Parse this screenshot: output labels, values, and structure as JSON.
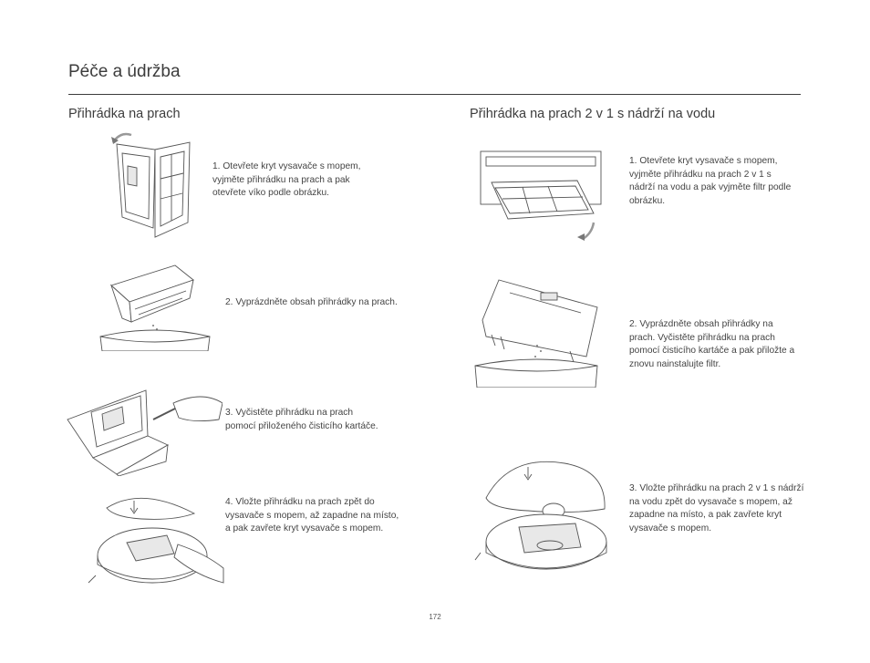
{
  "page": {
    "title": "Péče a údržba",
    "number": "172"
  },
  "left": {
    "heading": "Přihrádka na prach",
    "steps": [
      "1. Otevřete kryt vysavače s mopem, vyjměte přihrádku na prach a pak otevřete víko podle obrázku.",
      "2. Vyprázdněte obsah přihrádky na prach.",
      "3. Vyčistěte přihrádku na prach pomocí přiloženého čisticího kartáče.",
      "4. Vložte přihrádku na prach zpět do vysavače s mopem, až zapadne na místo, a pak zavřete kryt vysavače s mopem."
    ]
  },
  "right": {
    "heading": "Přihrádka na prach 2 v 1 s nádrží na vodu",
    "steps": [
      "1. Otevřete kryt vysavače s mopem, vyjměte přihrádku na prach 2 v 1 s nádrží na vodu a pak vyjměte filtr podle obrázku.",
      "2. Vyprázdněte obsah přihrádky na prach. Vyčistěte přihrádku na prach pomocí čisticího kartáče a pak přiložte a znovu nainstalujte filtr.",
      "3. Vložte přihrádku na prach 2 v 1 s nádrží na vodu zpět do vysavače s mopem, až zapadne na místo, a pak zavřete kryt vysavače s mopem."
    ]
  }
}
